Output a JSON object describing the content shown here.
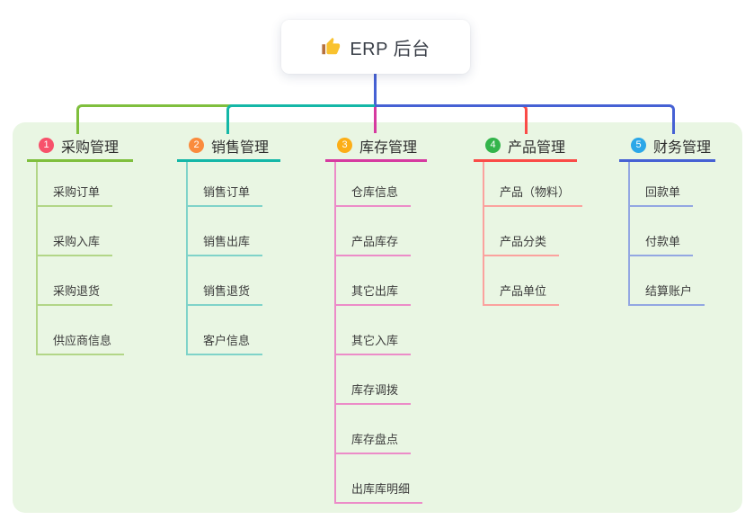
{
  "root": {
    "title": "ERP 后台",
    "icon": "thumbs-up-icon"
  },
  "colors": {
    "canvas": "#ffffff",
    "panel": "#e9f6e3",
    "trunk_blue": "#4661d4"
  },
  "branches": [
    {
      "badge": "1",
      "label": "采购管理",
      "color": "#7fbf3d",
      "light": "#b2d687",
      "badge_color": "#f7516b",
      "children": [
        "采购订单",
        "采购入库",
        "采购退货",
        "供应商信息"
      ]
    },
    {
      "badge": "2",
      "label": "销售管理",
      "color": "#14b7a7",
      "light": "#7fd3c9",
      "badge_color": "#fa8b3d",
      "children": [
        "销售订单",
        "销售出库",
        "销售退货",
        "客户信息"
      ]
    },
    {
      "badge": "3",
      "label": "库存管理",
      "color": "#d63aa0",
      "light": "#ec8cc8",
      "badge_color": "#fcae17",
      "children": [
        "仓库信息",
        "产品库存",
        "其它出库",
        "其它入库",
        "库存调拨",
        "库存盘点",
        "出库库明细"
      ]
    },
    {
      "badge": "4",
      "label": "产品管理",
      "color": "#fa4b47",
      "light": "#fba29e",
      "badge_color": "#33b44b",
      "children": [
        "产品（物料）",
        "产品分类",
        "产品单位"
      ]
    },
    {
      "badge": "5",
      "label": "财务管理",
      "color": "#4661d4",
      "light": "#93a7e2",
      "badge_color": "#2ba7e8",
      "children": [
        "回款单",
        "付款单",
        "结算账户"
      ]
    }
  ]
}
